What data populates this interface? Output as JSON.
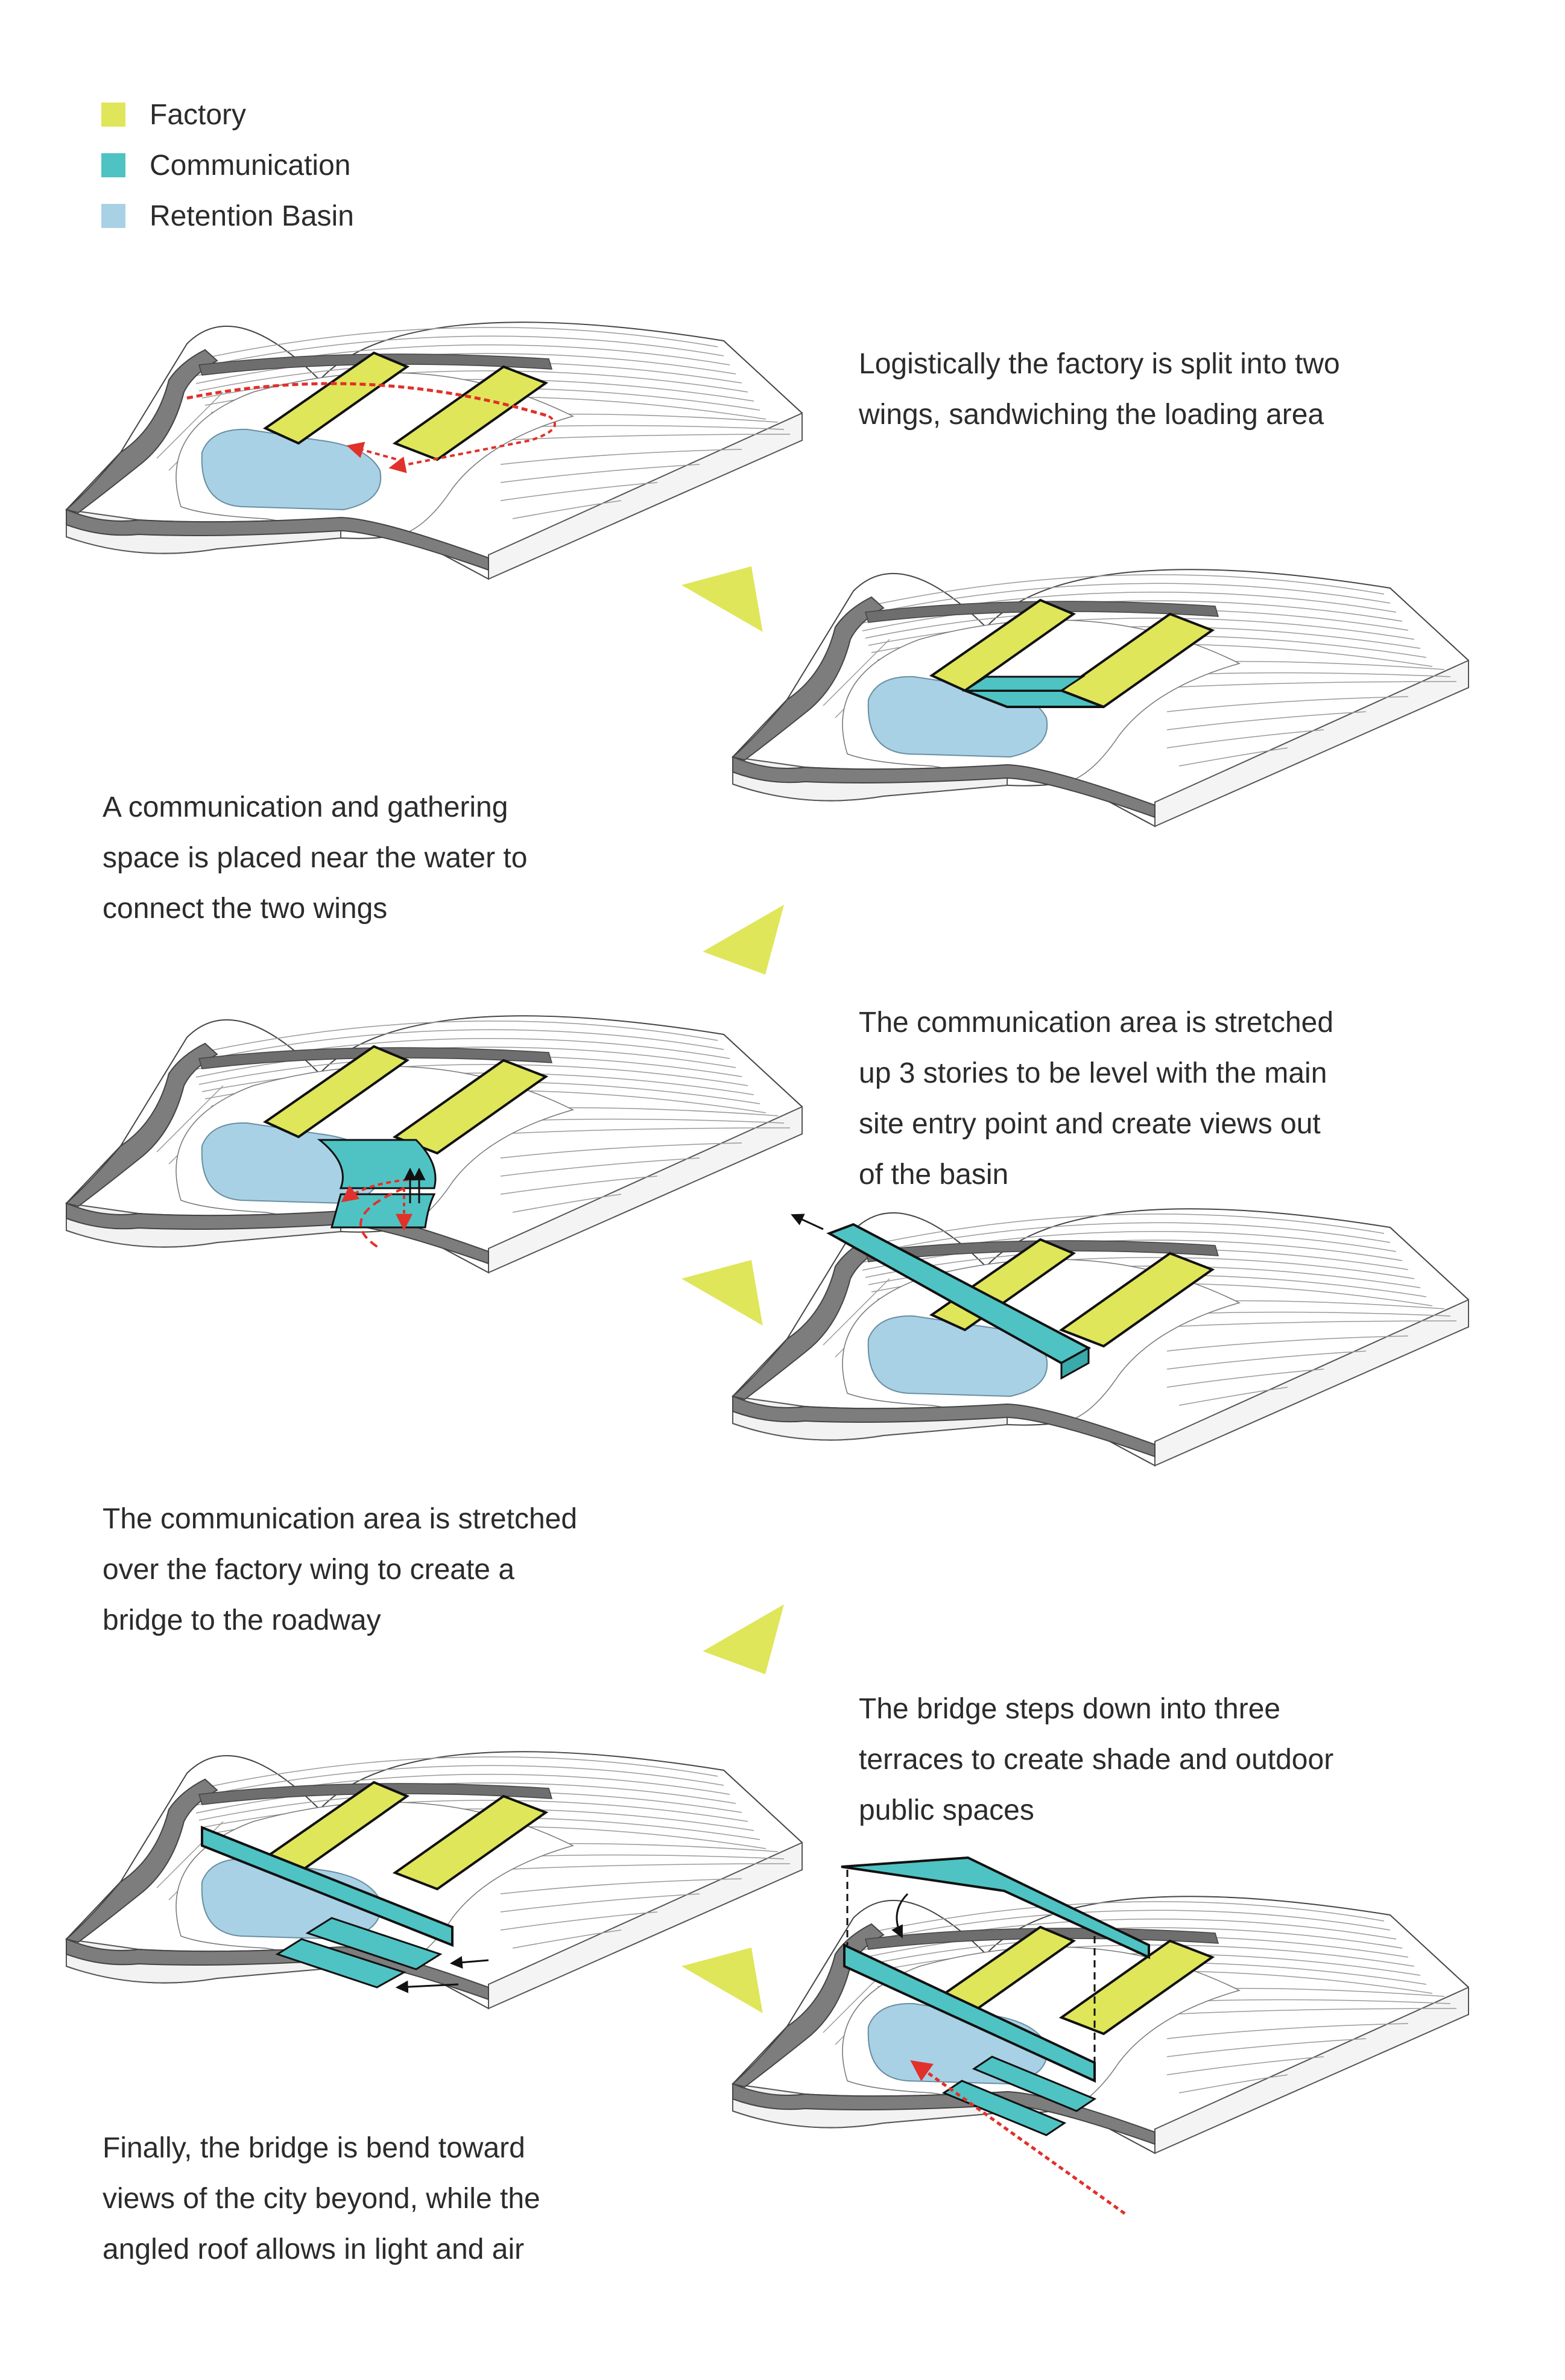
{
  "legend": {
    "items": [
      {
        "label": "Factory",
        "color": "#dfe65a"
      },
      {
        "label": "Communication",
        "color": "#4fc3c3"
      },
      {
        "label": "Retention Basin",
        "color": "#a9d1e6"
      }
    ]
  },
  "steps": [
    {
      "caption": "Logistically the factory is split into two\nwings, sandwiching the loading area"
    },
    {
      "caption": "A communication and gathering\nspace is placed near the water to\nconnect the two wings"
    },
    {
      "caption": "The communication area is stretched\nup 3 stories to be level with the main\nsite entry point and create views out\nof the basin"
    },
    {
      "caption": "The communication area is stretched\nover the factory wing to create a\nbridge to the roadway"
    },
    {
      "caption": "The bridge steps down into three\nterraces to create shade and outdoor\npublic spaces"
    },
    {
      "caption": "Finally, the bridge is bend toward\nviews of the city beyond, while the\nangled roof allows in light and air"
    }
  ],
  "colors": {
    "factory": "#dfe65a",
    "communication": "#4fc3c3",
    "basin": "#a9d1e6",
    "arrow": "#dfe65a",
    "road": "#7d7d7d",
    "annotation_red": "#e0312a",
    "contour": "#9a9a9a"
  }
}
